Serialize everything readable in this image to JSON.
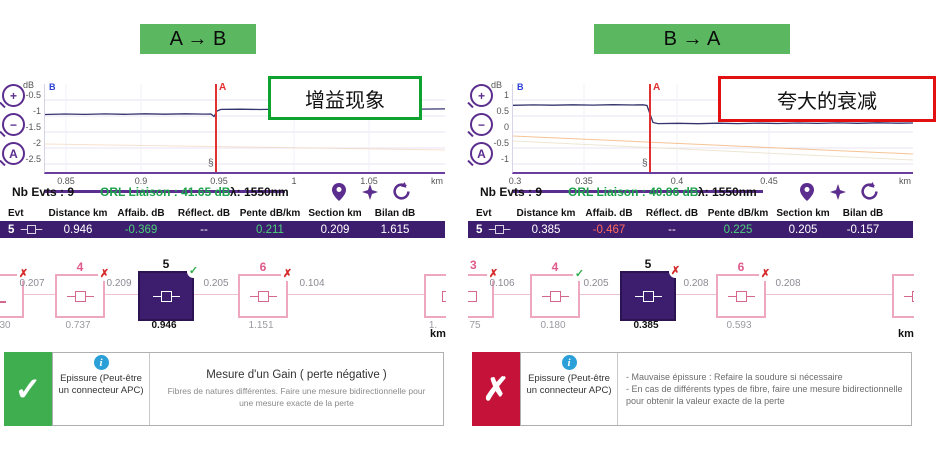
{
  "table_headers": [
    "Evt",
    "Distance km",
    "Affaib. dB",
    "Réflect. dB",
    "Pente dB/km",
    "Section km",
    "Bilan dB"
  ],
  "left": {
    "direction": "A → B",
    "annotation": "增益现象",
    "zoom": {
      "in": "+",
      "out": "−",
      "auto": "A"
    },
    "chart": {
      "unit": "dB",
      "marker_b": "B",
      "cursor_label": "A",
      "event_marker": "§",
      "y_ticks": [
        "-0.5",
        "-1",
        "-1.5",
        "-2",
        "-2.5"
      ],
      "x_ticks": [
        "0.85",
        "0.9",
        "0.95",
        "1",
        "1.05"
      ],
      "x_unit": "km"
    },
    "status": {
      "nb_evts": "Nb Evts : 9",
      "orl": "ORL Liaison : 41.65 dB",
      "lambda": "λ: 1550nm"
    },
    "row": {
      "evt": "5",
      "distance": "0.946",
      "affaib": "-0.369",
      "reflect": "--",
      "pente": "0.211",
      "section": "0.209",
      "bilan": "1.615"
    },
    "events": {
      "edge_left_value": "30",
      "edge_left_badge": "✗",
      "gaps": [
        "0.207",
        "0.209",
        "0.205",
        "0.104"
      ],
      "items": [
        {
          "num": "4",
          "below": "0.737",
          "badge": "✗"
        },
        {
          "num": "5",
          "below": "0.946",
          "badge": "✓"
        },
        {
          "num": "6",
          "below": "1.151",
          "badge": "✗"
        }
      ],
      "edge_right_value": "1.",
      "unit": "km"
    },
    "verdict": {
      "icon": "✓",
      "label": "Epissure (Peut-être un connecteur APC)",
      "info": "i",
      "title": "Mesure d'un Gain ( perte négative )",
      "body": "Fibres de natures différentes. Faire une mesure bidirectionnelle pour une mesure exacte de la perte"
    }
  },
  "right": {
    "direction": "B → A",
    "annotation": "夸大的衰减",
    "zoom": {
      "in": "+",
      "out": "−",
      "auto": "A"
    },
    "chart": {
      "unit": "dB",
      "marker_b": "B",
      "cursor_label": "A",
      "event_marker": "§",
      "y_ticks": [
        "1",
        "0.5",
        "0",
        "-0.5",
        "-1"
      ],
      "x_ticks": [
        "0.3",
        "0.35",
        "0.4",
        "0.45"
      ],
      "x_unit": "km"
    },
    "status": {
      "nb_evts": "Nb Evts : 9",
      "orl": "ORL Liaison : 40.86 dB",
      "lambda": "λ: 1550nm"
    },
    "row": {
      "evt": "5",
      "distance": "0.385",
      "affaib": "-0.467",
      "reflect": "--",
      "pente": "0.225",
      "section": "0.205",
      "bilan": "-0.157"
    },
    "events": {
      "edge_left_num": "3",
      "edge_left_value": "75",
      "edge_left_badge": "✗",
      "gaps": [
        "0.106",
        "0.205",
        "0.208",
        "0.208"
      ],
      "items": [
        {
          "num": "4",
          "below": "0.180",
          "badge": "✓"
        },
        {
          "num": "5",
          "below": "0.385",
          "badge": "✗"
        },
        {
          "num": "6",
          "below": "0.593",
          "badge": "✗"
        }
      ],
      "unit": "km"
    },
    "verdict": {
      "icon": "✗",
      "label": "Epissure (Peut-être un connecteur APC)",
      "info": "i",
      "body": "- Mauvaise épissure : Refaire la soudure si nécessaire\n- En cas de différents types de fibre, faire une mesure bidirectionnelle pour obtenir la valeur exacte de la perte"
    }
  }
}
